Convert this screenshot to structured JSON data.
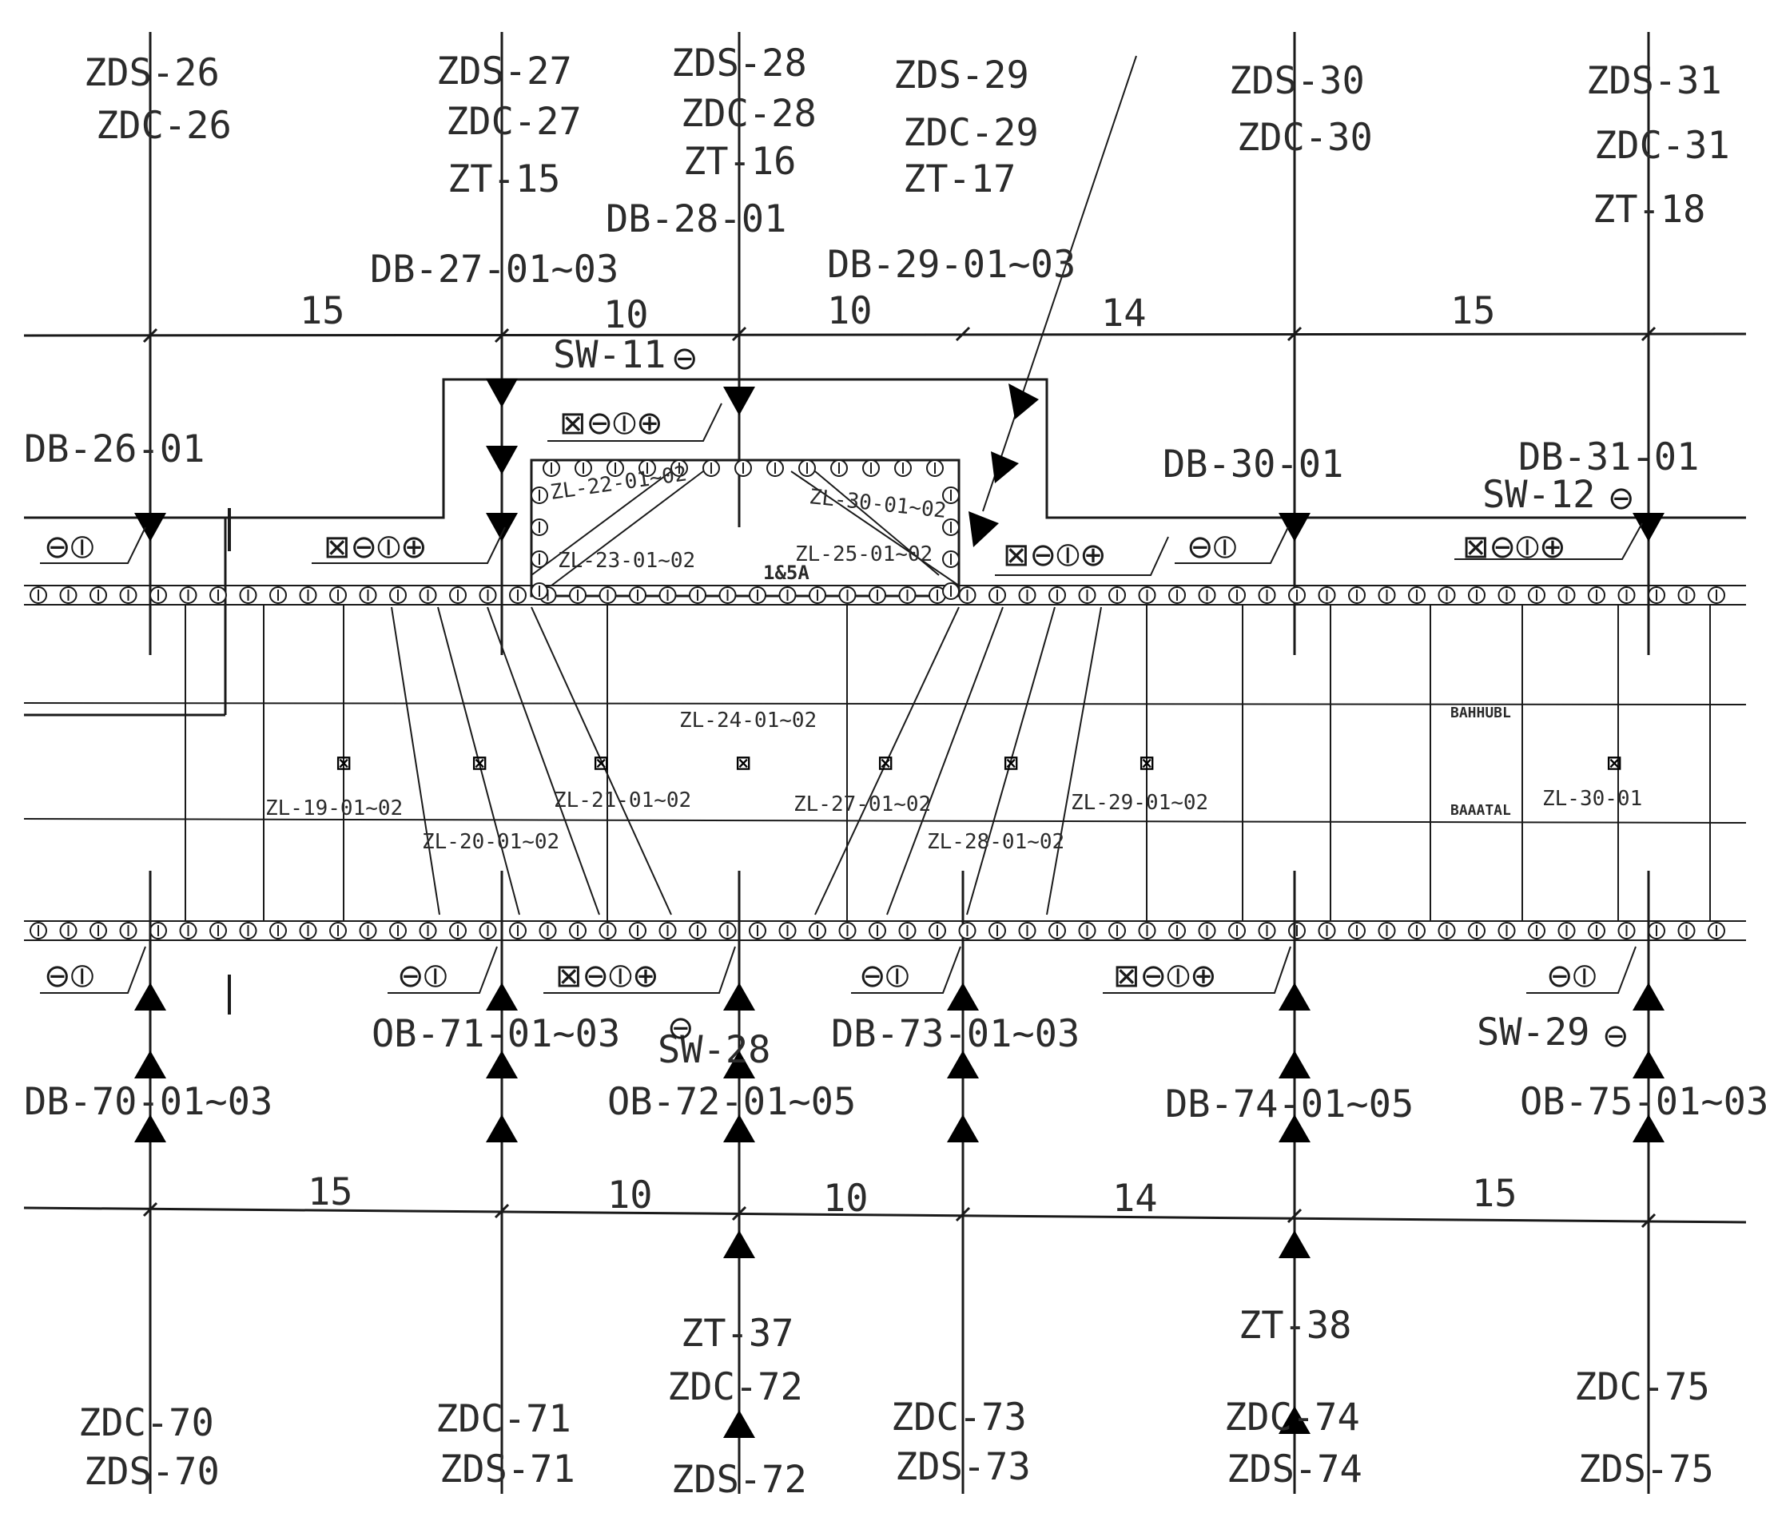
{
  "axes": {
    "top": [
      "ZDS-26",
      "ZDC-26",
      "ZDS-27",
      "ZDC-27",
      "ZT-15",
      "ZDS-28",
      "ZDC-28",
      "ZT-16",
      "ZDS-29",
      "ZDC-29",
      "ZT-17",
      "ZDS-30",
      "ZDC-30",
      "ZDS-31",
      "ZDC-31",
      "ZT-18"
    ],
    "bottom": [
      "ZT-37",
      "ZDC-72",
      "ZDS-72",
      "ZDC-70",
      "ZDS-70",
      "ZDC-71",
      "ZDS-71",
      "ZDC-73",
      "ZDS-73",
      "ZT-38",
      "ZDC-74",
      "ZDS-74",
      "ZDC-75",
      "ZDS-75"
    ]
  },
  "spans": {
    "top": [
      "15",
      "10",
      "10",
      "14",
      "15"
    ],
    "bottom": [
      "15",
      "10",
      "10",
      "14",
      "15"
    ]
  },
  "boards": {
    "top": [
      "DB-28-01",
      "DB-27-01~03",
      "DB-29-01~03",
      "DB-26-01",
      "DB-30-01",
      "DB-31-01"
    ],
    "bottom": [
      "OB-71-01~03",
      "DB-73-01~03",
      "DB-70-01~03",
      "OB-72-01~05",
      "DB-74-01~05",
      "OB-75-01~03"
    ]
  },
  "switches": [
    "SW-11",
    "SW-12",
    "SW-28",
    "SW-29"
  ],
  "beams": [
    "ZL-22-01~02",
    "ZL-23-01~02",
    "ZL-30-01~02",
    "ZL-25-01~02",
    "ZL-24-01~02",
    "ZL-19-01~02",
    "ZL-20-01~02",
    "ZL-21-01~02",
    "ZL-27-01~02",
    "ZL-28-01~02",
    "ZL-29-01~02",
    "ZL-30-01"
  ],
  "marks": [
    "1&5A",
    "BAHHUBL",
    "BAAATAL"
  ],
  "symbols": {
    "set4": "⊠⊖⦶⊕",
    "set2": "⊖⦶",
    "sw": "⊖"
  }
}
